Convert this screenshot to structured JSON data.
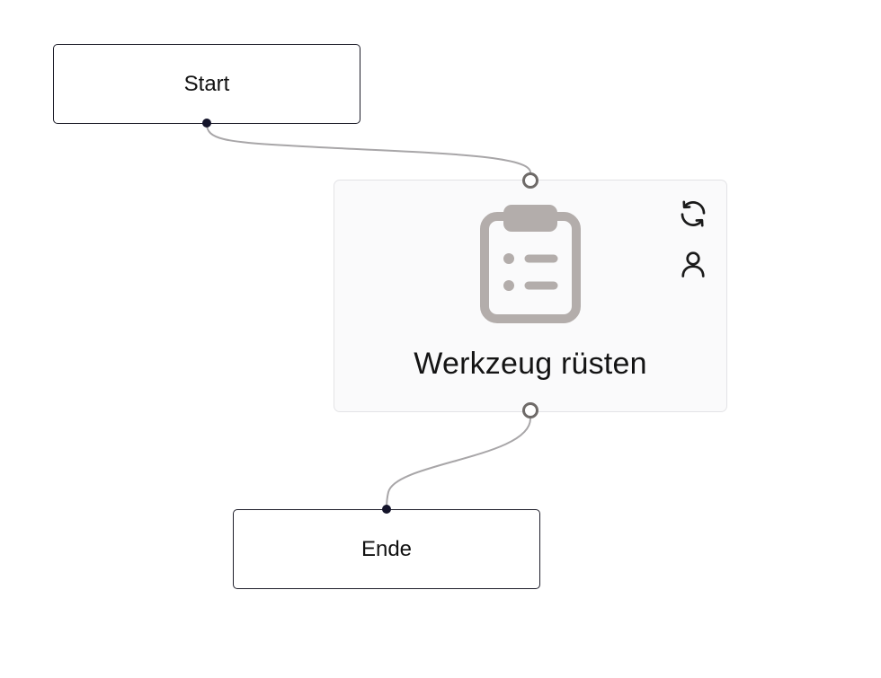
{
  "diagram": {
    "nodes": {
      "start": {
        "label": "Start"
      },
      "task": {
        "label": "Werkzeug rüsten",
        "main_icon": "clipboard-list-icon",
        "side_icons": [
          "refresh-icon",
          "user-icon"
        ]
      },
      "end": {
        "label": "Ende"
      }
    },
    "edges": [
      {
        "from": "start",
        "to": "task"
      },
      {
        "from": "task",
        "to": "end"
      }
    ],
    "colors": {
      "node_border": "#1e1e2a",
      "task_border": "#e3e3e6",
      "task_background": "#fafafb",
      "icon_gray": "#b3adab",
      "edge": "#a8a6a8",
      "handle_ring": "#6e6a68",
      "handle_dot": "#14142a"
    }
  }
}
